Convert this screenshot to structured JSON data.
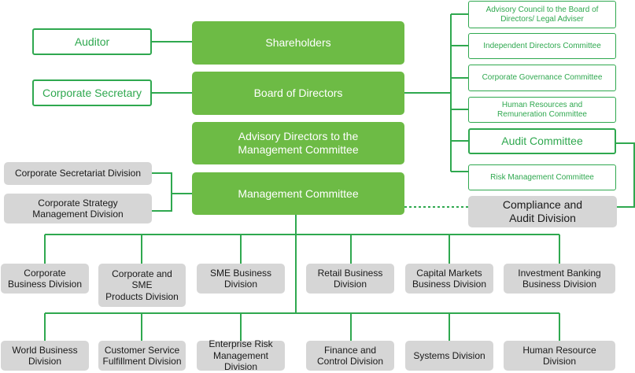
{
  "colors": {
    "green_fill": "#6dbb45",
    "green_line": "#2fa84f",
    "gray_fill": "#d6d6d6"
  },
  "main": {
    "shareholders": "Shareholders",
    "board": "Board of Directors",
    "advisory_directors": "Advisory Directors to the\nManagement Committee",
    "management_committee": "Management Committee"
  },
  "left": {
    "auditor": "Auditor",
    "corporate_secretary": "Corporate Secretary",
    "corporate_secretariat_division": "Corporate Secretariat Division",
    "corporate_strategy_division": "Corporate Strategy\nManagement Division"
  },
  "committees": {
    "advisory_council": "Advisory Council to the Board of\nDirectors/ Legal Adviser",
    "independent_directors": "Independent Directors Committee",
    "corporate_governance": "Corporate Governance Committee",
    "human_resources_remuneration": "Human Resources and\nRemuneration Committee",
    "audit": "Audit Committee",
    "risk_management": "Risk Management Committee"
  },
  "compliance": "Compliance and\nAudit Division",
  "divisions_row1": [
    "Corporate\nBusiness Division",
    "Corporate and\nSME\nProducts Division",
    "SME Business\nDivision",
    "Retail Business\nDivision",
    "Capital Markets\nBusiness Division",
    "Investment Banking\nBusiness Division"
  ],
  "divisions_row2": [
    "World Business\nDivision",
    "Customer Service\nFulfillment Division",
    "Enterprise Risk\nManagement Division",
    "Finance and\nControl Division",
    "Systems Division",
    "Human Resource\nDivision"
  ]
}
